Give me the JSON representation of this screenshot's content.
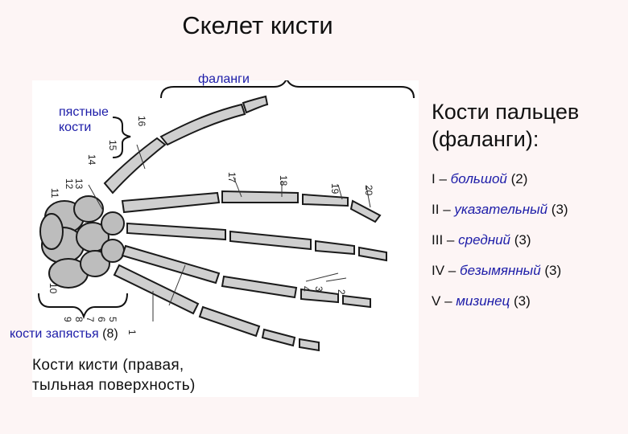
{
  "title": "Скелет кисти",
  "figure": {
    "label_metacarpals": "пястные кости",
    "label_phalanges": "фаланги",
    "label_carpals": "кости запястья",
    "label_carpals_count": "(8)",
    "caption_line1": "Кости кисти (правая,",
    "caption_line2": "тыльная поверхность)",
    "number_labels": [
      "1",
      "2",
      "3",
      "4",
      "5",
      "6",
      "7",
      "8",
      "9",
      "10",
      "11",
      "12",
      "13",
      "14",
      "15",
      "16",
      "17",
      "18",
      "19",
      "20"
    ]
  },
  "side_panel": {
    "heading_line1": "Кости пальцев",
    "heading_line2": "(фаланги):",
    "items": [
      {
        "numeral": "I",
        "dash": "–",
        "name": "большой",
        "count": "(2)"
      },
      {
        "numeral": "II",
        "dash": "–",
        "name": "указательный",
        "count": "(3)"
      },
      {
        "numeral": "III",
        "dash": "–",
        "name": "средний",
        "count": "(3)"
      },
      {
        "numeral": "IV",
        "dash": "–",
        "name": "безымянный",
        "count": "(3)"
      },
      {
        "numeral": "V",
        "dash": "–",
        "name": "мизинец",
        "count": "(3)"
      }
    ]
  },
  "colors": {
    "label_blue": "#1c1ca8",
    "bone_fill": "#cfcfcf",
    "bone_stroke": "#1a1a1a",
    "background": "#fdf5f5"
  }
}
